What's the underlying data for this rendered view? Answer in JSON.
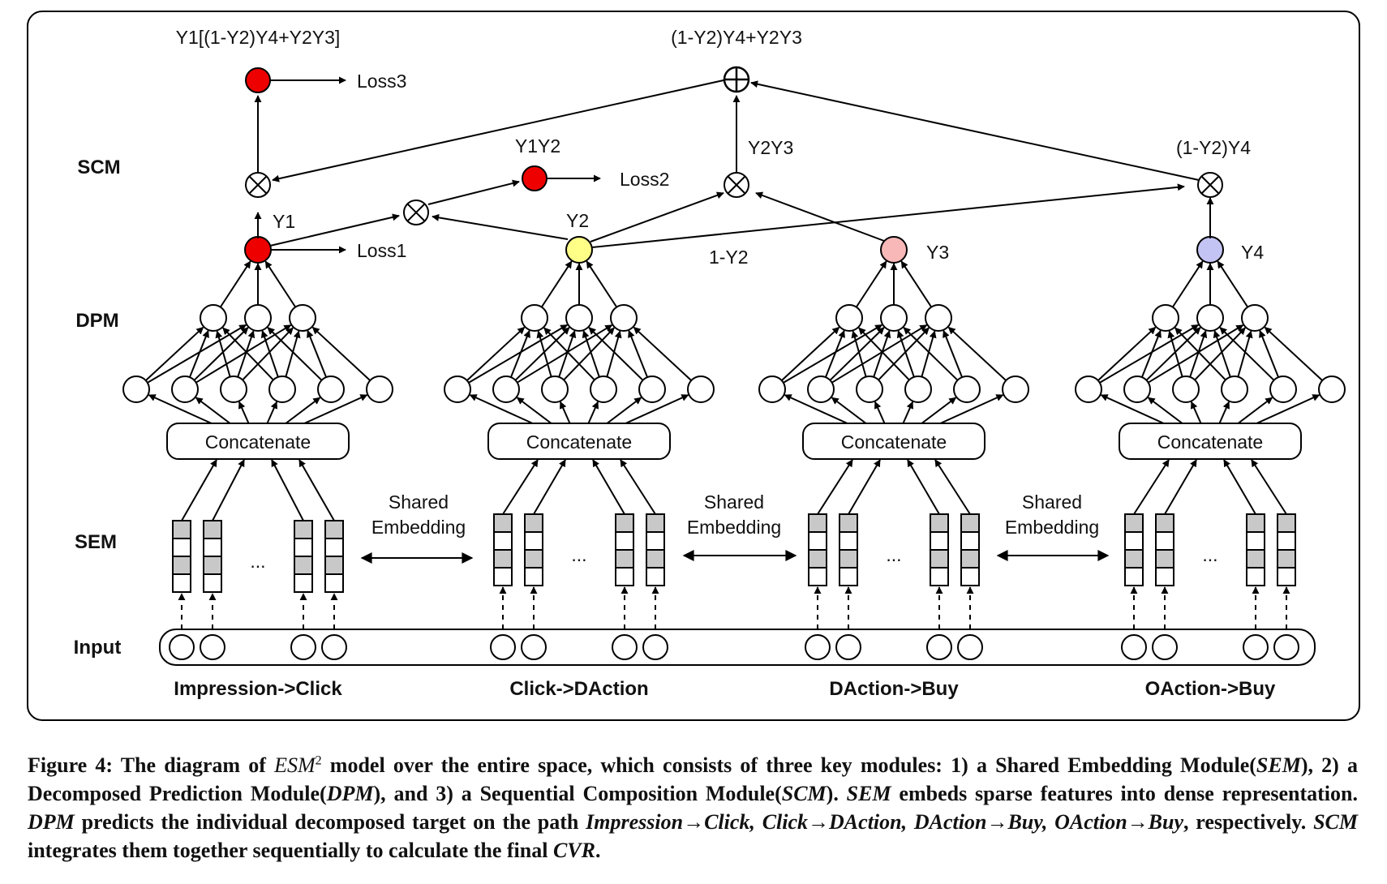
{
  "rows": {
    "scm": "SCM",
    "dpm": "DPM",
    "sem": "SEM",
    "input": "Input"
  },
  "tasks": [
    "Impression->Click",
    "Click->DAction",
    "DAction->Buy",
    "OAction->Buy"
  ],
  "concat_label": "Concatenate",
  "shared": {
    "line1": "Shared",
    "line2": "Embedding"
  },
  "ellipsis": "...",
  "outputs": {
    "y1": "Y1",
    "y2": "Y2",
    "y3": "Y3",
    "y4": "Y4"
  },
  "products": {
    "y1y2": "Y1Y2",
    "y2y3": "Y2Y3",
    "one_minus_y2_y4": "(1-Y2)Y4",
    "sum": "(1-Y2)Y4+Y2Y3",
    "final": "Y1[(1-Y2)Y4+Y2Y3]",
    "one_minus_y2": "1-Y2"
  },
  "losses": {
    "loss1": "Loss1",
    "loss2": "Loss2",
    "loss3": "Loss3"
  },
  "colors": {
    "y1": "#ee0000",
    "y2": "#ffff88",
    "y3": "#f8b8b8",
    "y4": "#c4c4f4",
    "loss2": "#ee0000",
    "loss3": "#ee0000",
    "cell": "#c8c8c8"
  },
  "caption": {
    "prefix": "Figure 4: The diagram of ",
    "model": "ESM",
    "model_sup": "2",
    "p1": " model over the entire space, which consists of three key modules: 1) a Shared Embedding Module(",
    "sem": "SEM",
    "p2": "), 2) a Decomposed Prediction Module(",
    "dpm": "DPM",
    "p3": "), and 3) a Sequential Composition Module(",
    "scm": "SCM",
    "p4": "). ",
    "sem2": "SEM",
    "p5": " embeds sparse features into dense representation. ",
    "dpm2": "DPM",
    "p6": " predicts the individual decomposed target on the path ",
    "paths": "Impression→Click, Click→DAction, DAction→Buy, OAction→Buy",
    "p7": ", respectively. ",
    "scm2": "SCM",
    "p8": " integrates them together sequentially to calculate the final ",
    "cvr": "CVR",
    "p9": "."
  }
}
